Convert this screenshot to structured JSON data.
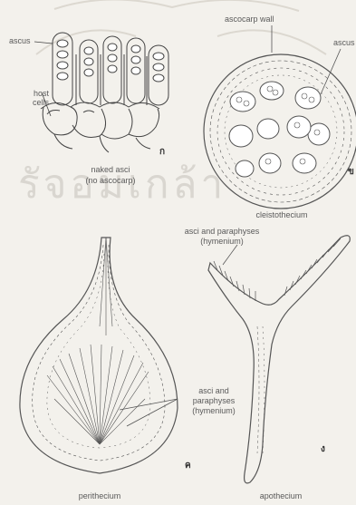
{
  "watermark": {
    "text": "รัจอมเกล้า"
  },
  "panel_a": {
    "labels": {
      "ascus": "ascus",
      "host_cells": "host\ncells",
      "caption_line1": "naked asci",
      "caption_line2": "(no ascocarp)",
      "marker": "ก"
    }
  },
  "panel_b": {
    "labels": {
      "ascocarp_wall": "ascocarp wall",
      "ascus": "ascus",
      "caption": "cleistothecium",
      "marker": "ข"
    }
  },
  "panel_c": {
    "labels": {
      "hymenium_line1": "asci and",
      "hymenium_line2": "paraphyses",
      "hymenium_line3": "(hymenium)",
      "caption": "perithecium",
      "marker": "ค"
    }
  },
  "panel_d": {
    "labels": {
      "hymenium_line1": "asci and paraphyses",
      "hymenium_line2": "(hymenium)",
      "caption": "apothecium",
      "marker": "ง"
    }
  }
}
